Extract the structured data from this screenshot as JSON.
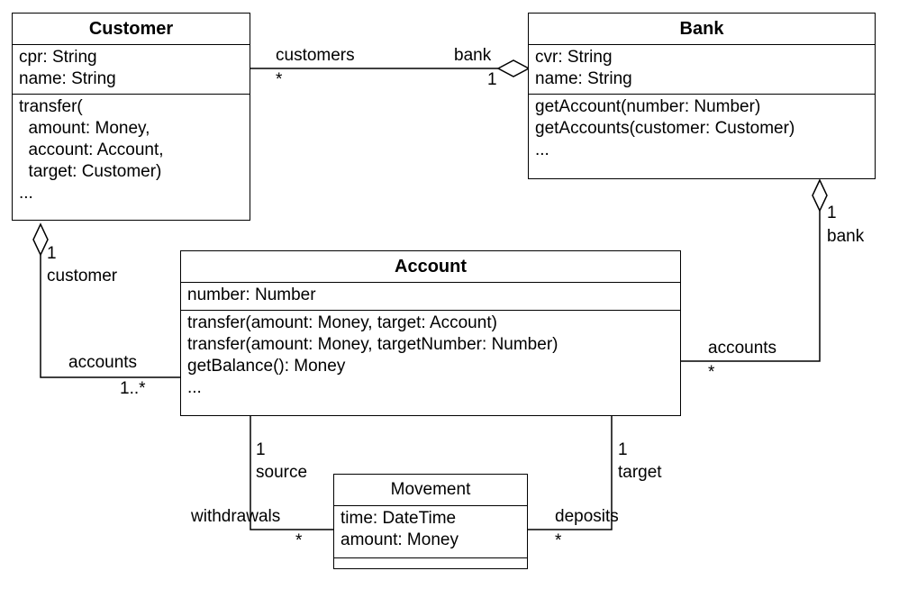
{
  "classes": {
    "customer": {
      "name": "Customer",
      "attributes": [
        "cpr: String",
        "name: String"
      ],
      "operations": [
        "transfer(",
        "  amount: Money,",
        "  account: Account,",
        "  target: Customer)",
        "..."
      ]
    },
    "bank": {
      "name": "Bank",
      "attributes": [
        "cvr: String",
        "name: String"
      ],
      "operations": [
        "getAccount(number: Number)",
        "getAccounts(customer: Customer)",
        "..."
      ]
    },
    "account": {
      "name": "Account",
      "attributes": [
        "number: Number"
      ],
      "operations": [
        "transfer(amount: Money, target: Account)",
        "transfer(amount: Money, targetNumber: Number)",
        "getBalance(): Money",
        "..."
      ]
    },
    "movement": {
      "name": "Movement",
      "attributes": [
        "time: DateTime",
        "amount: Money"
      ],
      "operations": []
    }
  },
  "associations": {
    "customer_bank": {
      "customer_end_role": "customers",
      "customer_end_multiplicity": "*",
      "bank_end_role": "bank",
      "bank_end_multiplicity": "1",
      "aggregation": "bank"
    },
    "customer_account": {
      "customer_end_multiplicity": "1",
      "customer_end_role": "customer",
      "account_end_role": "accounts",
      "account_end_multiplicity": "1..*",
      "aggregation": "customer"
    },
    "bank_account": {
      "bank_end_multiplicity": "1",
      "bank_end_role": "bank",
      "account_end_role": "accounts",
      "account_end_multiplicity": "*",
      "aggregation": "bank"
    },
    "account_movement_source": {
      "account_end_multiplicity": "1",
      "account_end_role": "source",
      "movement_end_role": "withdrawals",
      "movement_end_multiplicity": "*"
    },
    "account_movement_target": {
      "account_end_multiplicity": "1",
      "account_end_role": "target",
      "movement_end_role": "deposits",
      "movement_end_multiplicity": "*"
    }
  }
}
